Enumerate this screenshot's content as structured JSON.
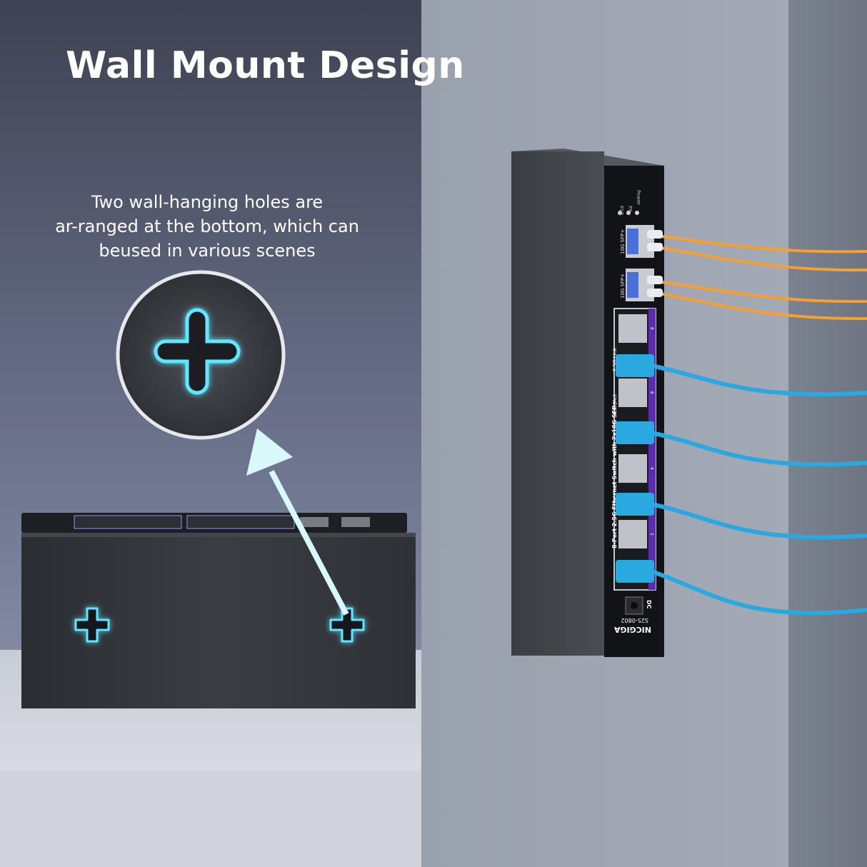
{
  "headline": "Wall Mount Design",
  "caption": {
    "line1": "Two wall-hanging holes are",
    "line2": "ar-ranged at the bottom, which can",
    "line3": "beused in various scenes"
  },
  "switch_labels": {
    "brand": "NICGIGA",
    "model": "S25-0802",
    "dc": "DC",
    "sfp_port": "10G SFP+",
    "led_p10": "P10",
    "led_p9": "P9",
    "led_power": "Power",
    "description": "8-Port 2.5G Ethernet Switch with 2x10G SFP+",
    "link_act": "Link/Act",
    "speed_link": "2.5G Link",
    "port_numbers": [
      "8",
      "6",
      "4",
      "2"
    ]
  },
  "colors": {
    "glow_accent": "#5ee7ff",
    "fiber_cable": "#f5a030",
    "ethernet_cable": "#2aa8e0",
    "switch_body": "#2c2f34",
    "arrow": "#d8f8fa"
  }
}
